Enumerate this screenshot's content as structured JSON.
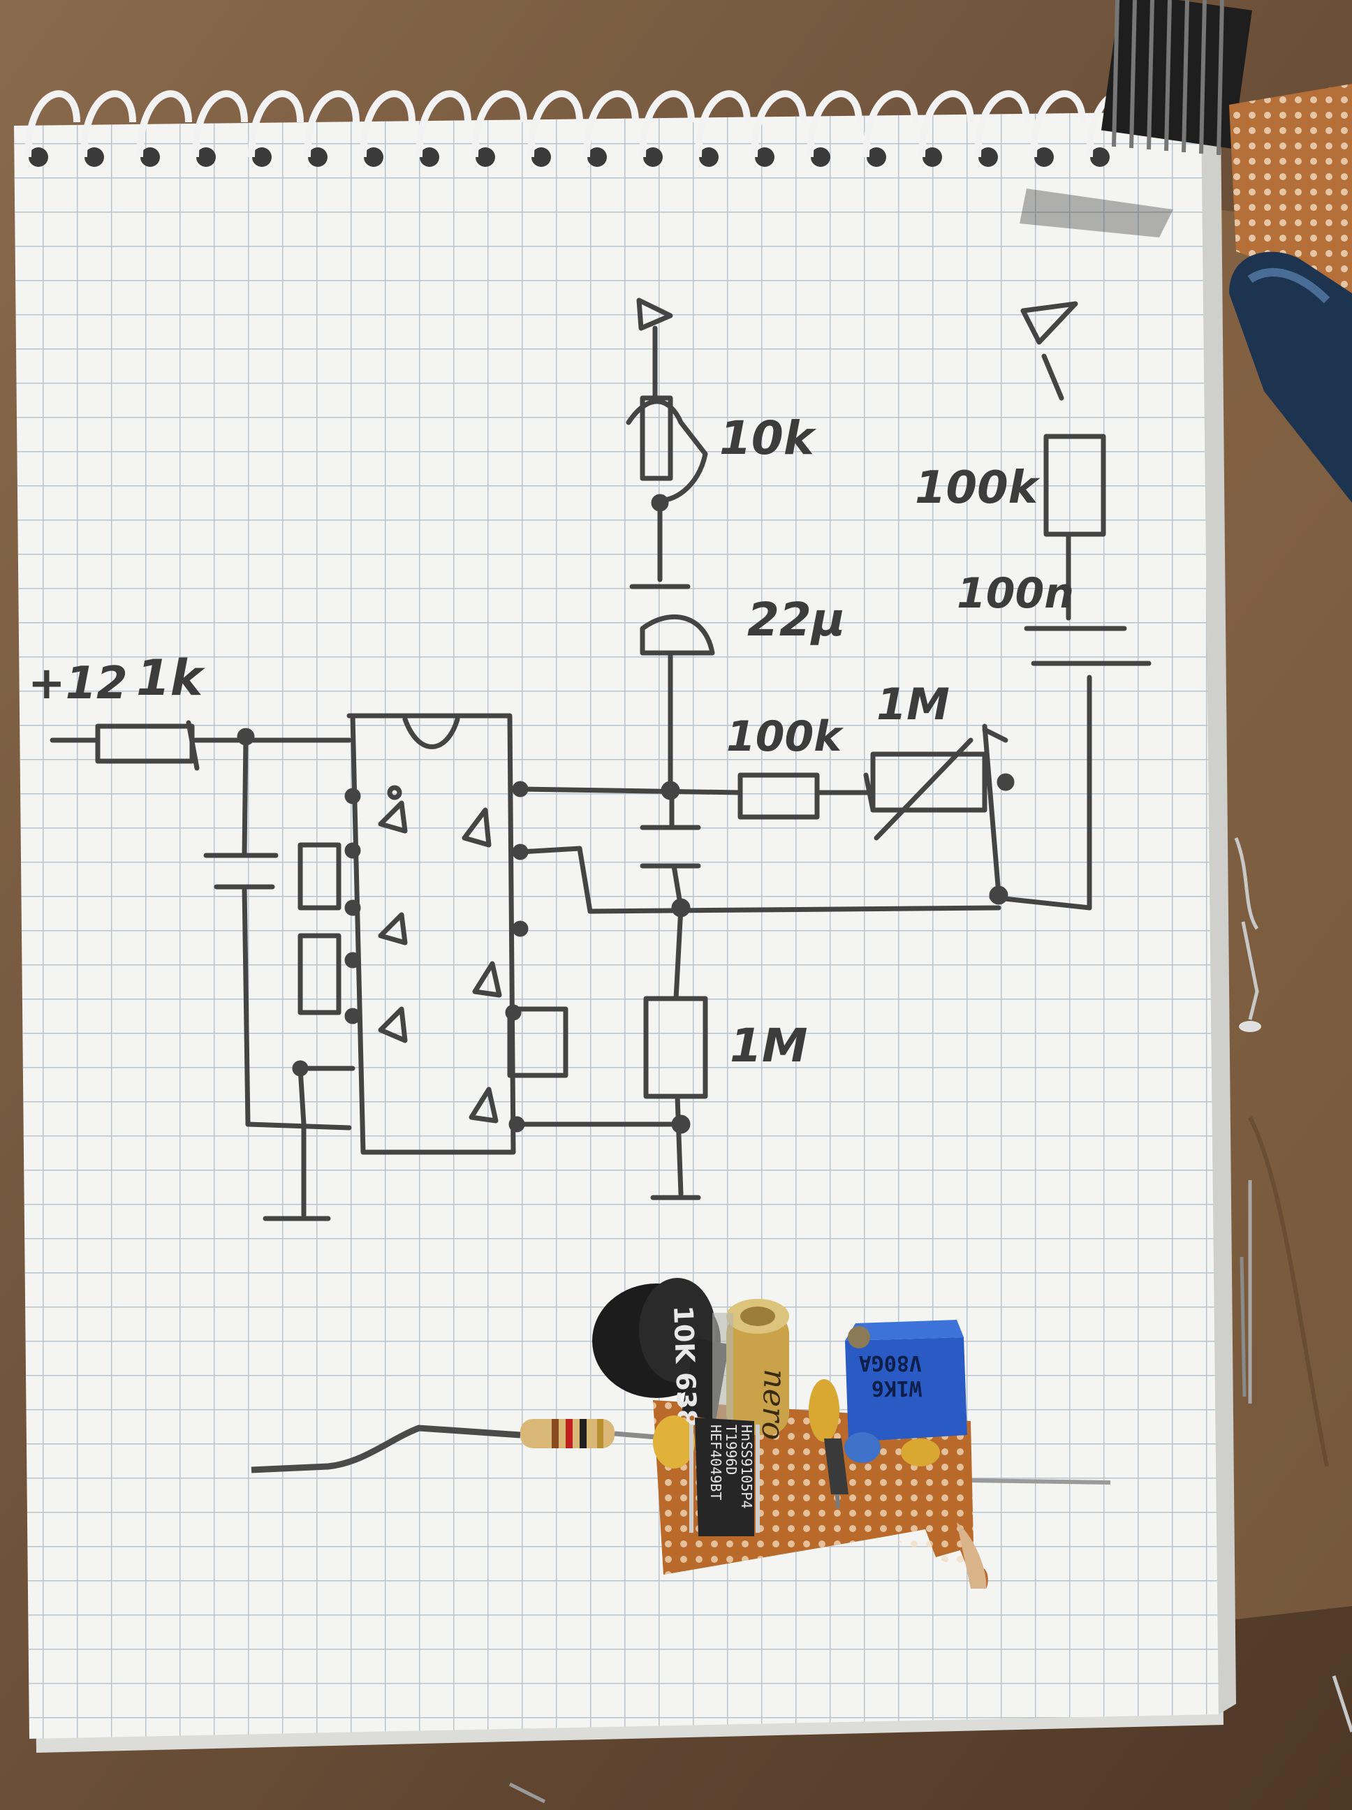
{
  "photo": {
    "subject": "notebook",
    "colors": {
      "wood": "#6b4f38",
      "paper": "#f4f5f2",
      "grid": "#b9c3cc",
      "pencil": "#3f3f3f",
      "perfboard": "#b96a2a",
      "trimpot": "#2a5bc4",
      "electrolytic": "#c9a24a"
    }
  },
  "schematic": {
    "labels": {
      "supply": "+12",
      "r_supply": "1k",
      "r_top_pot": "10k",
      "r_right": "100k",
      "cap_right": "100n",
      "cap_electrolytic": "22µ",
      "r_mid": "100k",
      "pot_mid": "1M",
      "r_bottom": "1M"
    }
  },
  "board": {
    "chip_lines": [
      "HEF4049BT",
      "T1996D",
      "HnSS9105P4"
    ],
    "trimpot_lines": [
      "W1K6",
      "V80GA"
    ],
    "ceramic_cap_text": "10K 638",
    "elco_text": "nero"
  }
}
